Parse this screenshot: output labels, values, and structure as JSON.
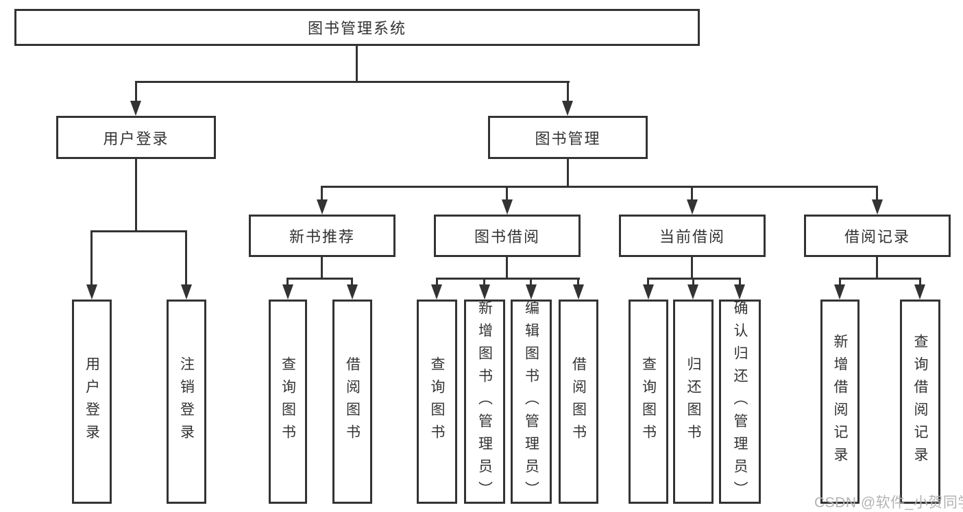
{
  "diagram": {
    "root": {
      "label": "图书管理系统"
    },
    "branches": [
      {
        "label": "用户登录",
        "children": [
          {
            "label": "用户登录"
          },
          {
            "label": "注销登录"
          }
        ]
      },
      {
        "label": "图书管理",
        "children": [
          {
            "label": "新书推荐",
            "children": [
              {
                "label": "查询图书"
              },
              {
                "label": "借阅图书"
              }
            ]
          },
          {
            "label": "图书借阅",
            "children": [
              {
                "label": "查询图书"
              },
              {
                "label": "新增图书（管理员）"
              },
              {
                "label": "编辑图书（管理员）"
              },
              {
                "label": "借阅图书"
              }
            ]
          },
          {
            "label": "当前借阅",
            "children": [
              {
                "label": "查询图书"
              },
              {
                "label": "归还图书"
              },
              {
                "label": "确认归还（管理员）"
              }
            ]
          },
          {
            "label": "借阅记录",
            "children": [
              {
                "label": "新增借阅记录"
              },
              {
                "label": "查询借阅记录"
              }
            ]
          }
        ]
      }
    ]
  },
  "watermark": {
    "text": "CSDN @软件_小贺同学"
  },
  "colors": {
    "line": "#333333",
    "watermark": "#b3b3b3",
    "background": "#ffffff"
  }
}
